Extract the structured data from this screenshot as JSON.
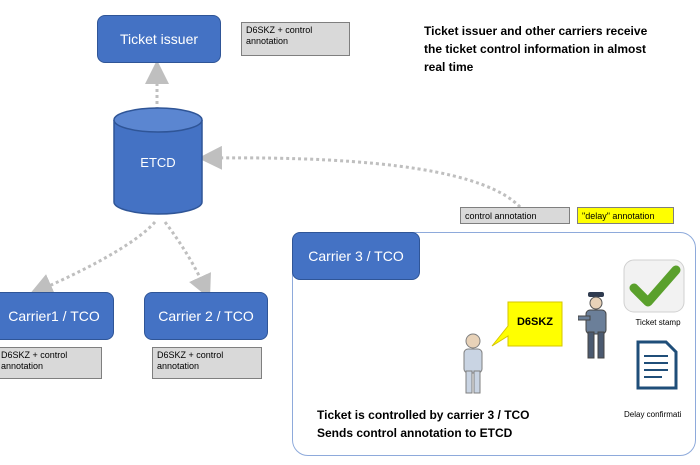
{
  "nodes": {
    "ticket_issuer": "Ticket issuer",
    "etcd": "ETCD",
    "carrier1": "Carrier1  / TCO",
    "carrier2": "Carrier 2 / TCO",
    "carrier3": "Carrier 3 / TCO"
  },
  "annotations": {
    "issuer_annot_line1": "D6SKZ + control",
    "issuer_annot_line2": "annotation",
    "c1_annot_line1": "D6SKZ + control",
    "c1_annot_line2": "annotation",
    "c2_annot_line1": "D6SKZ + control",
    "c2_annot_line2": "annotation",
    "control_annotation": "control annotation",
    "delay_annotation": "\"delay\" annotation"
  },
  "notes": {
    "top_line1": "Ticket issuer and other carriers receive",
    "top_line2": "the ticket control information in almost",
    "top_line3": "real time",
    "bottom_line1": "Ticket is controlled by carrier 3 / TCO",
    "bottom_line2": "Sends control annotation to ETCD"
  },
  "callout": {
    "ticket_code": "D6SKZ"
  },
  "icons": {
    "ticket_stamp_label": "Ticket stamp",
    "delay_confirmation_label": "Delay confirmati"
  },
  "colors": {
    "node_blue": "#4472c4",
    "annotation_grey": "#d9d9d9",
    "delay_yellow": "#ffff00",
    "callout_yellow": "#ffff00",
    "check_green": "#5aa02c",
    "arrow_grey": "#bfbfbf"
  }
}
